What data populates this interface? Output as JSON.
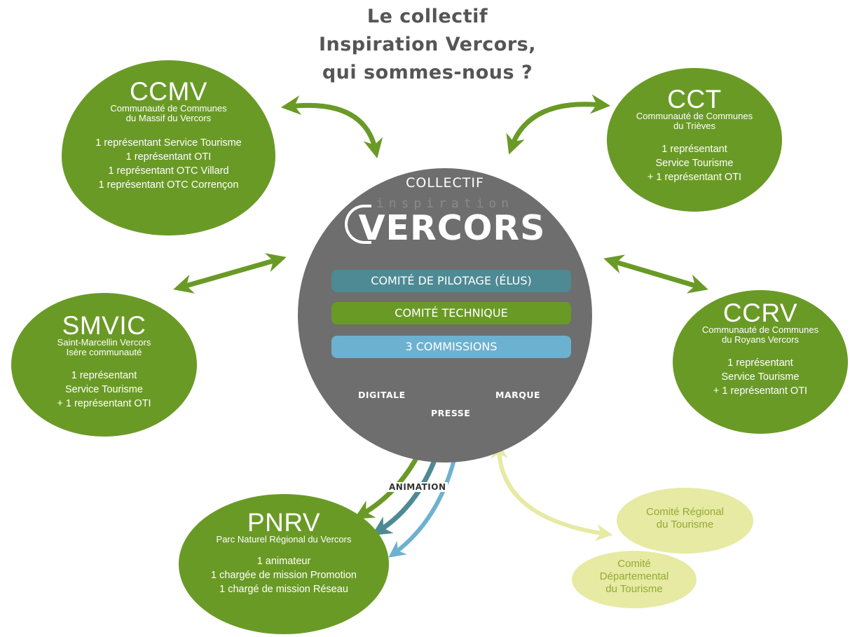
{
  "title": {
    "line1": "Le collectif",
    "line2": "Inspiration Vercors,",
    "line3": "qui sommes-nous ?"
  },
  "center": {
    "collectif_label": "COLLECTIF",
    "logo_small": "inspiration",
    "logo_big": "ERCORS",
    "logo_v": "V",
    "bars": {
      "pilotage": "COMITÉ DE PILOTAGE (ÉLUS)",
      "technique": "COMITÉ TECHNIQUE",
      "commissions": "3 COMMISSIONS"
    },
    "commissions": {
      "digitale": "DIGITALE",
      "presse": "PRESSE",
      "marque": "MARQUE"
    }
  },
  "ccmv": {
    "name": "CCMV",
    "sub1": "Communauté de Communes",
    "sub2": "du Massif du Vercors",
    "d1": "1 représentant Service Tourisme",
    "d2": "1 représentant OTI",
    "d3": "1 représentant OTC Villard",
    "d4": "1 représentant OTC Corrençon"
  },
  "cct": {
    "name": "CCT",
    "sub1": "Communauté de Communes",
    "sub2": "du Trièves",
    "d1": "1 représentant",
    "d2": "Service Tourisme",
    "d3": "+ 1 représentant OTI"
  },
  "smvic": {
    "name": "SMVIC",
    "sub1": "Saint-Marcellin Vercors",
    "sub2": "Isère communauté",
    "d1": "1 représentant",
    "d2": "Service Tourisme",
    "d3": "+ 1 représentant OTI"
  },
  "ccrv": {
    "name": "CCRV",
    "sub1": "Communauté de Communes",
    "sub2": "du Royans Vercors",
    "d1": "1 représentant",
    "d2": "Service Tourisme",
    "d3": "+ 1 représentant OTI"
  },
  "pnrv": {
    "name": "PNRV",
    "sub1": "Parc Naturel Régional du Vercors",
    "d1": "1 animateur",
    "d2": "1 chargée de mission Promotion",
    "d3": "1 chargé de mission Réseau"
  },
  "animation_label": "ANIMATION",
  "crt": {
    "l1": "Comité Régional",
    "l2": "du Tourisme"
  },
  "cdt": {
    "l1": "Comité",
    "l2": "Départemental",
    "l3": "du Tourisme"
  },
  "colors": {
    "green": "#6a9a26",
    "dark_grey": "#6e6e6e",
    "teal": "#4d8a94",
    "light_blue": "#6db1d0",
    "pale_yellow": "#e6eaa3",
    "title_grey": "#555555"
  }
}
